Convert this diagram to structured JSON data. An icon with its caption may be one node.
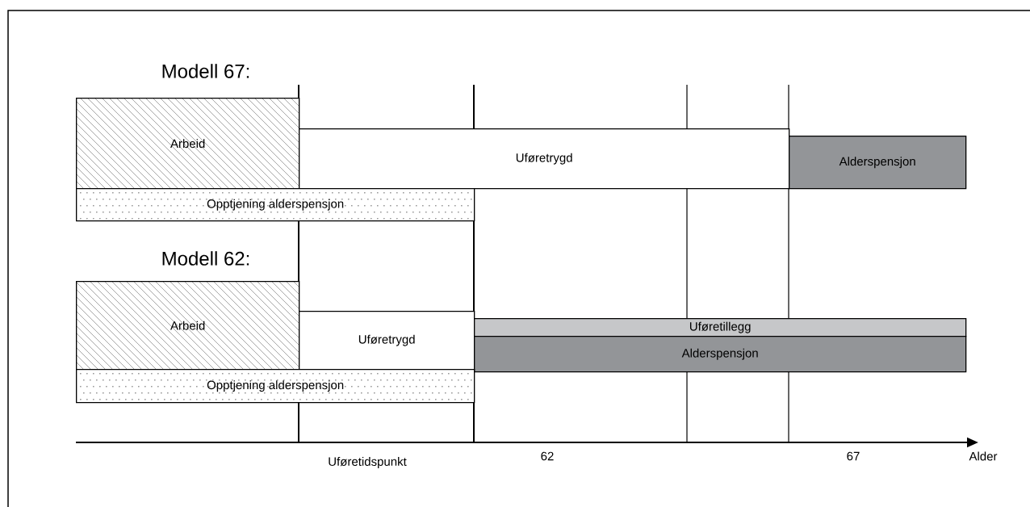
{
  "diagram": {
    "nodes": [
      {
        "text": [
          "Arbeid"
        ]
      },
      {
        "text": [
          "Uføretrygd"
        ]
      },
      {
        "text": [
          "Alderspensjon"
        ]
      },
      {
        "text": [
          "Opptjening alderspensjon"
        ]
      },
      {
        "text": [
          "Arbeid"
        ]
      },
      {
        "text": [
          "Uføretrygd"
        ]
      },
      {
        "text": [
          "Uføretillegg"
        ]
      },
      {
        "text": [
          "Alderspensjon"
        ]
      },
      {
        "text": [
          "Opptjening alderspensjon"
        ]
      }
    ],
    "labels": [
      "Modell 67:",
      "Modell 62:",
      "Uføretidspunkt",
      "62",
      "67",
      "Alder"
    ]
  }
}
